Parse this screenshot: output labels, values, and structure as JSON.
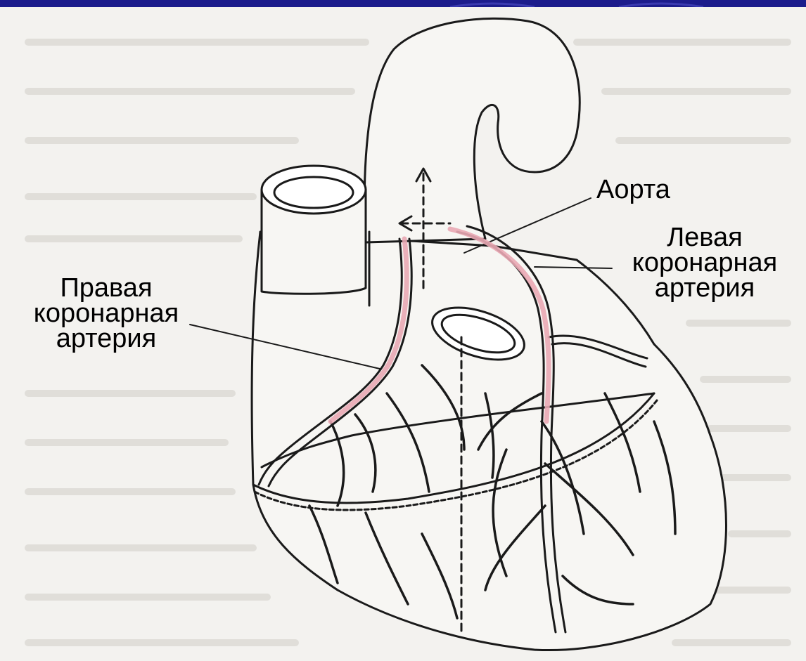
{
  "labels": {
    "aorta": "Аорта",
    "left_coronary": [
      "Левая",
      "коронарная",
      "артерия"
    ],
    "right_coronary": [
      "Правая",
      "коронарная",
      "артерия"
    ]
  },
  "colors": {
    "header": "#1c1c8c",
    "background": "#f3f2ef",
    "ink": "#1a1a1a",
    "artery_highlight": "#e9a9b4"
  }
}
